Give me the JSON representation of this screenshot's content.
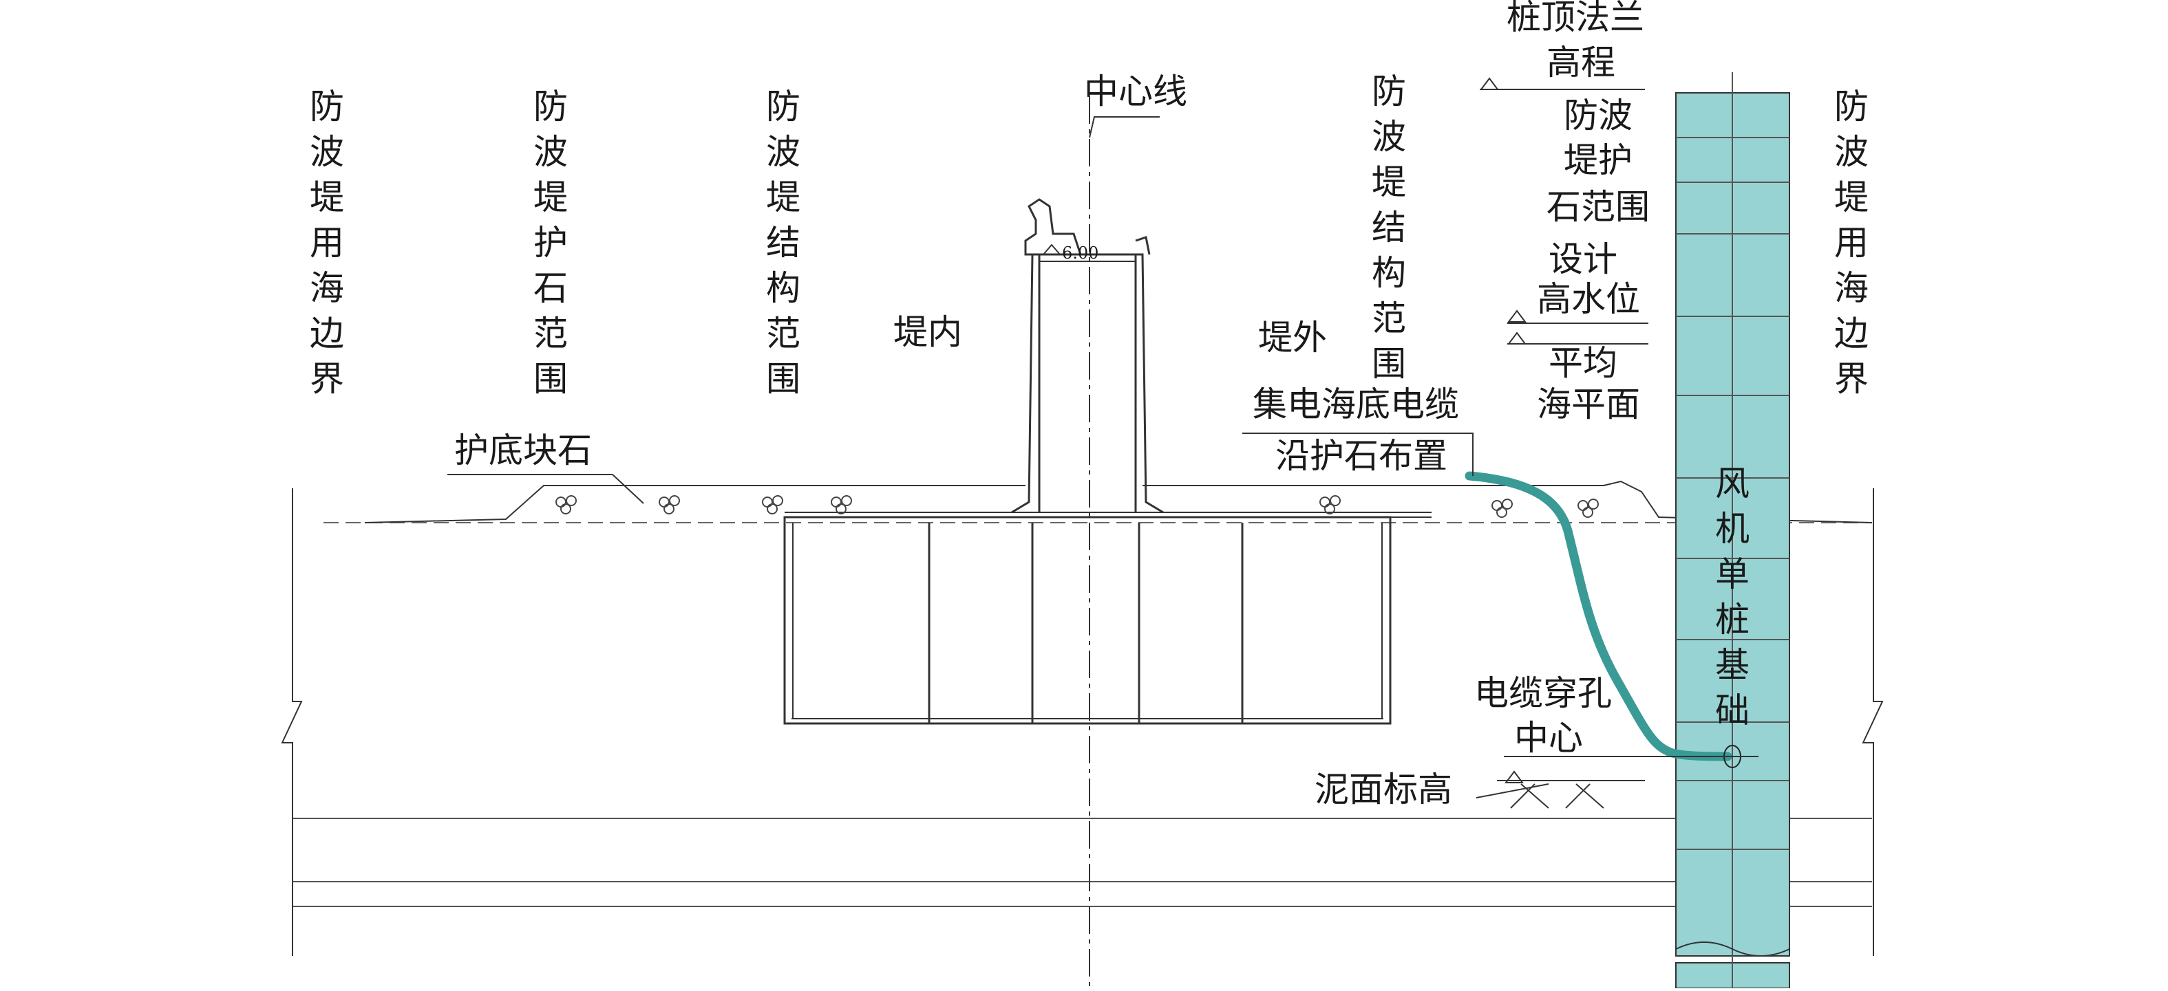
{
  "colors": {
    "pile": "#98d3d3",
    "cable": "#3a9a96",
    "line": "#333333"
  },
  "labels": {
    "breakwater_sea_boundary_left": "防波堤用海边界",
    "armor_range_left": "防波堤护石范围",
    "structure_range_left": "防波堤结构范围",
    "inner_side": "堤内",
    "center_line": "中心线",
    "crest_elevation": "6.00",
    "outer_side": "堤外",
    "structure_range_right": "防波堤结构范围",
    "pile_top_flange": [
      "桩顶法兰",
      "高程"
    ],
    "armor_range_right": [
      "防波",
      "堤护",
      "石范围"
    ],
    "design_high_water": [
      "设计",
      "高水位"
    ],
    "mean_sea_level": [
      "平均",
      "海平面"
    ],
    "breakwater_sea_boundary_right": "防波堤用海边界",
    "bottom_rock": "护底块石",
    "cable_note": [
      "集电海底电缆",
      "沿护石布置"
    ],
    "monopile": "风机单桩基础",
    "cable_hole": [
      "电缆穿孔",
      "中心"
    ],
    "mudline": "泥面标高"
  }
}
